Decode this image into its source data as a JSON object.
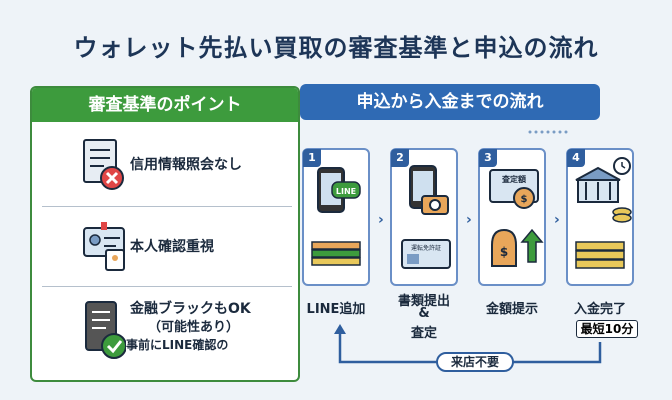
{
  "title": "ウォレット先払い買取の審査基準と申込の流れ",
  "left_panel": {
    "header": "審査基準のポイント",
    "items": [
      {
        "label": "信用情報照会なし",
        "icon": "document-cross-icon"
      },
      {
        "label": "本人確認重視",
        "icon": "id-card-icon"
      },
      {
        "label": "金融ブラックもOK",
        "sub": "（可能性あり）",
        "note": "事前にLINE確認の",
        "icon": "checklist-icon"
      }
    ]
  },
  "right_panel": {
    "header": "申込から入金までの流れ",
    "steps": [
      {
        "num": "1",
        "label": "LINE追加",
        "icon_text": "LINE"
      },
      {
        "num": "2",
        "label_lines": [
          "書類提出",
          "&",
          "査定"
        ],
        "icon_text": "運転免許証"
      },
      {
        "num": "3",
        "label": "金額提示",
        "icon_text": "査定額"
      },
      {
        "num": "4",
        "label": "入金完了",
        "badge": "最短10分"
      }
    ],
    "no_visit": "来店不要"
  },
  "colors": {
    "green": "#3d9b3d",
    "blue": "#2f6ab4",
    "navy": "#1d3557"
  }
}
